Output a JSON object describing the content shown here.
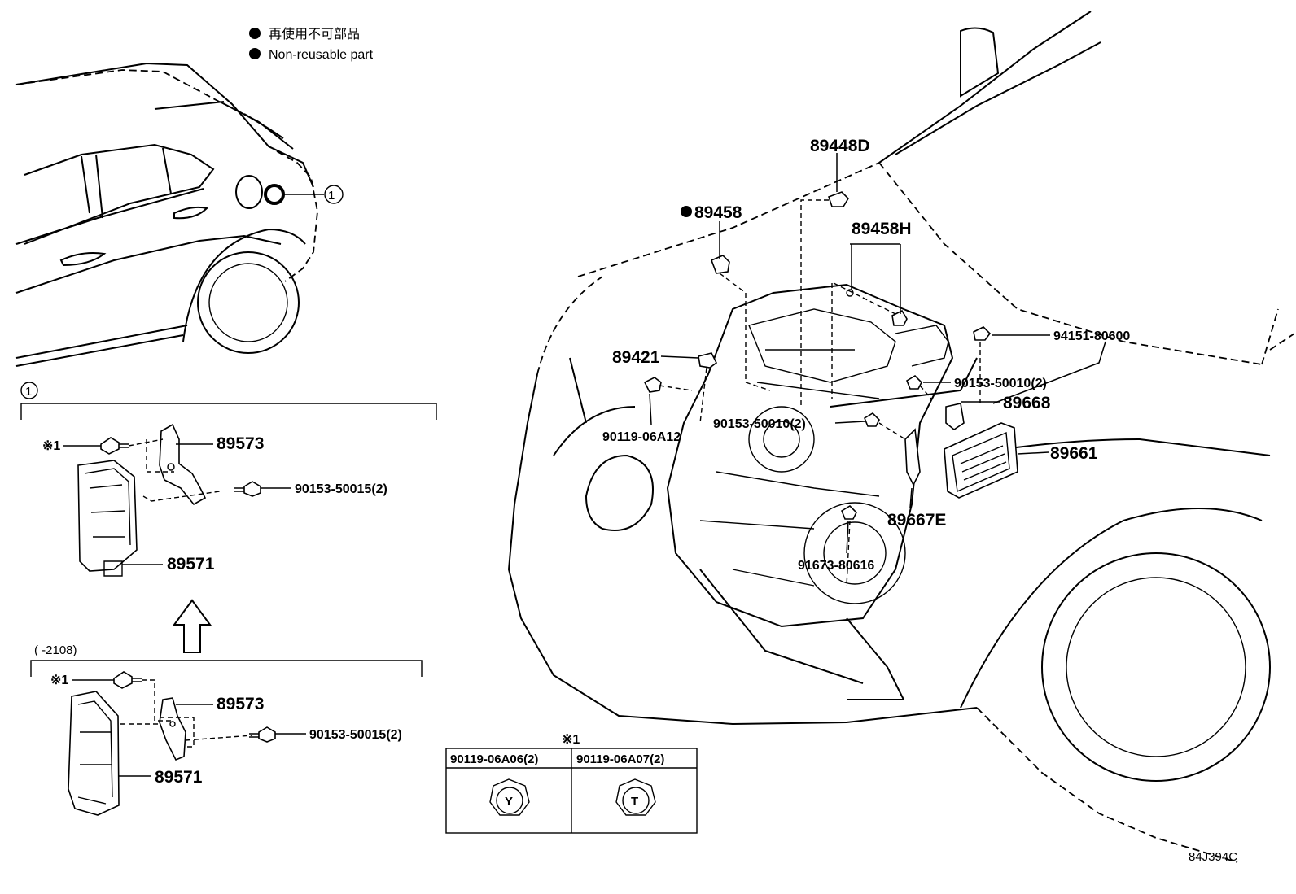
{
  "legend": {
    "jp": "再使用不可部品",
    "en": "Non-reusable part"
  },
  "callout_symbol": "①",
  "sections": {
    "top_box_label": "①",
    "lower_box_label": "(      -2108)",
    "arrow": "up-arrow"
  },
  "parts": {
    "p89448D": "89448D",
    "p89458": "89458",
    "p89458H": "89458H",
    "p94151": "94151-80600",
    "p90153_50010_a": "90153-50010(2)",
    "p89668": "89668",
    "p89421": "89421",
    "p90119_06A12": "90119-06A12",
    "p90153_50010_b": "90153-50010(2)",
    "p89661": "89661",
    "p89667E": "89667E",
    "p91673": "91673-80616",
    "p89573_top": "89573",
    "p90153_50015_top": "90153-50015(2)",
    "p89571_top": "89571",
    "p89573_bot": "89573",
    "p90153_50015_bot": "90153-50015(2)",
    "p89571_bot": "89571",
    "ref_mark_top": "※1",
    "ref_mark_bot": "※1"
  },
  "bolt_table": {
    "mark": "※1",
    "columns": [
      {
        "part": "90119-06A06(2)",
        "head_letter": "Y"
      },
      {
        "part": "90119-06A07(2)",
        "head_letter": "T"
      }
    ]
  },
  "diagram_code": "84J394C"
}
